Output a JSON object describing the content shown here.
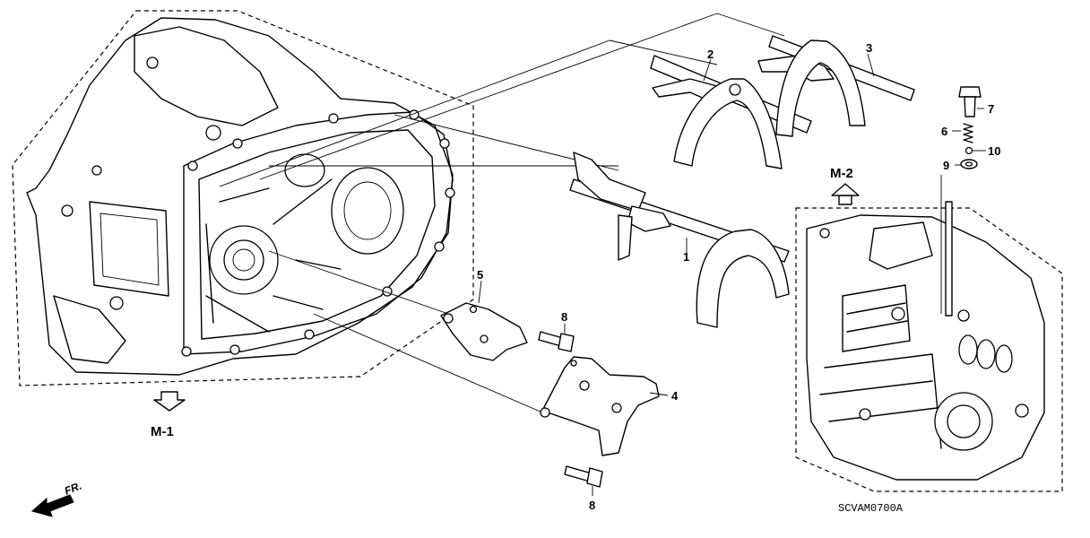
{
  "callouts": {
    "c1": "1",
    "c2": "2",
    "c3": "3",
    "c4": "4",
    "c5": "5",
    "c6": "6",
    "c7": "7",
    "c8a": "8",
    "c8b": "8",
    "c9": "9",
    "c10": "10"
  },
  "refs": {
    "m1": "M-1",
    "m2": "M-2"
  },
  "direction_label": "FR.",
  "diagram_code": "SCVAM0700A"
}
